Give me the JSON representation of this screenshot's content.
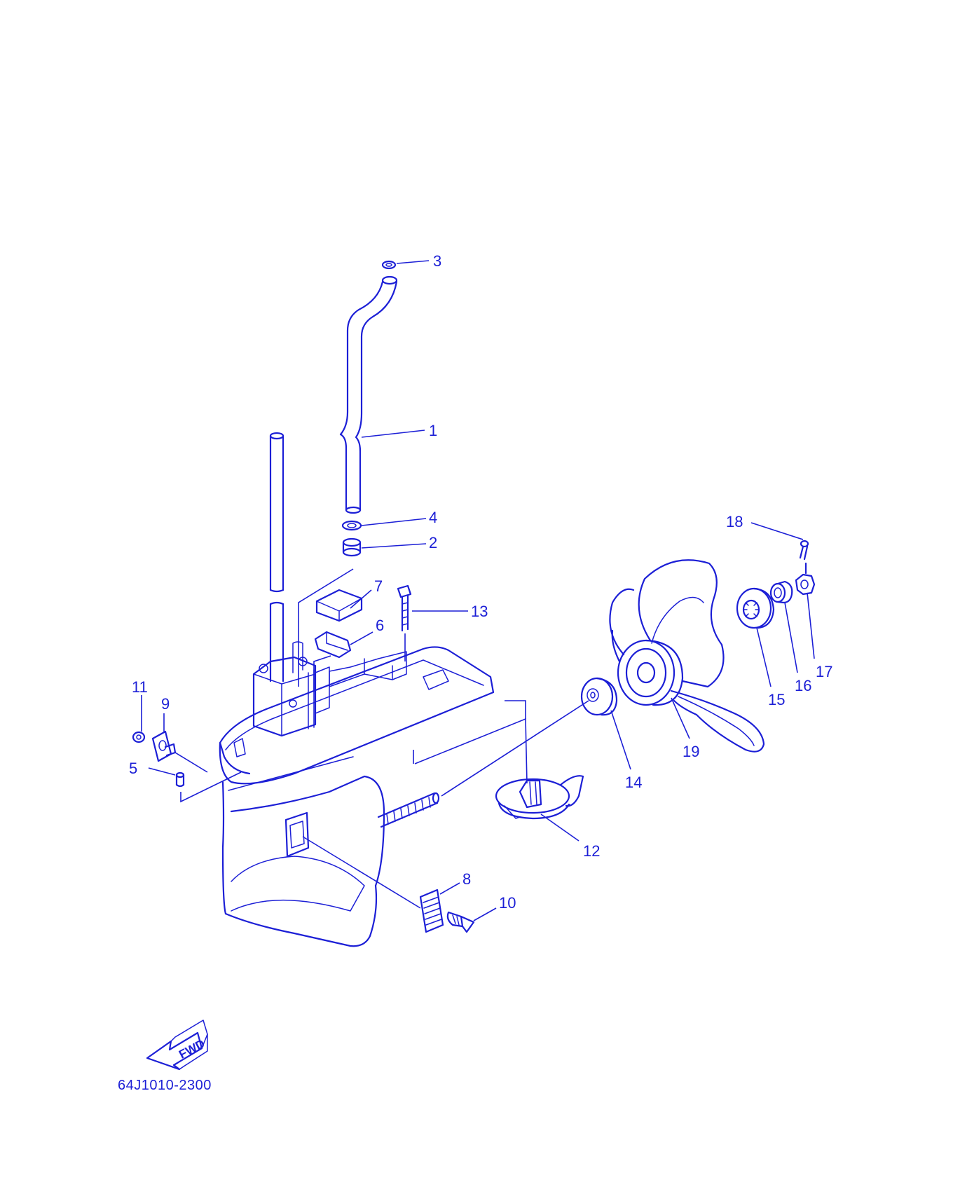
{
  "diagram": {
    "catalog_number": "64J1010-2300",
    "forward_arrow_label": "FWD",
    "accent_color": "#1c1fd6",
    "callouts": [
      {
        "id": "1",
        "label": "1"
      },
      {
        "id": "2",
        "label": "2"
      },
      {
        "id": "3",
        "label": "3"
      },
      {
        "id": "4",
        "label": "4"
      },
      {
        "id": "5",
        "label": "5"
      },
      {
        "id": "6",
        "label": "6"
      },
      {
        "id": "7",
        "label": "7"
      },
      {
        "id": "8",
        "label": "8"
      },
      {
        "id": "9",
        "label": "9"
      },
      {
        "id": "10",
        "label": "10"
      },
      {
        "id": "11",
        "label": "11"
      },
      {
        "id": "12",
        "label": "12"
      },
      {
        "id": "13",
        "label": "13"
      },
      {
        "id": "14",
        "label": "14"
      },
      {
        "id": "15",
        "label": "15"
      },
      {
        "id": "16",
        "label": "16"
      },
      {
        "id": "17",
        "label": "17"
      },
      {
        "id": "18",
        "label": "18"
      },
      {
        "id": "19",
        "label": "19"
      }
    ]
  }
}
